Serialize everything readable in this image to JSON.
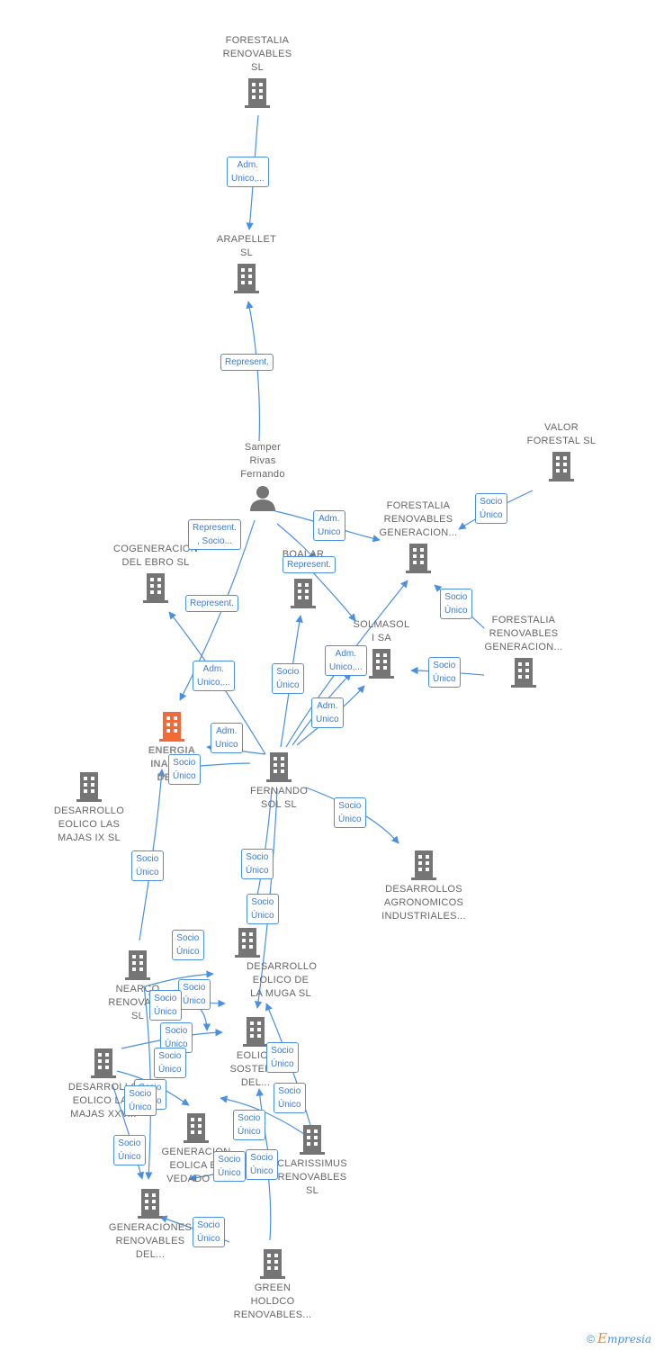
{
  "colors": {
    "edge": "#4a90e2",
    "building": "#757575",
    "focus_building": "#f26a3a",
    "person": "#757575",
    "label_text": "#666666"
  },
  "nodes": {
    "forestalia_rs": {
      "label": "FORESTALIA\nRENOVABLES\nSL",
      "icon": "building-icon"
    },
    "arapellet": {
      "label": "ARAPELLET\nSL",
      "icon": "building-icon"
    },
    "samper": {
      "label": "Samper\nRivas\nFernando",
      "icon": "person-icon"
    },
    "valor": {
      "label": "VALOR\nFORESTAL SL",
      "icon": "building-icon"
    },
    "frg1": {
      "label": "FORESTALIA\nRENOVABLES\nGENERACION...",
      "icon": "building-icon"
    },
    "frg2": {
      "label": "FORESTALIA\nRENOVABLES\nGENERACION...",
      "icon": "building-icon"
    },
    "cogen": {
      "label": "COGENERACION\nDEL EBRO  SL",
      "icon": "building-icon"
    },
    "boalar": {
      "label": "BOALAR\nENE...",
      "icon": "building-icon"
    },
    "solmasol": {
      "label": "SOLMASOL\nI SA",
      "icon": "building-icon"
    },
    "energia": {
      "label": "ENERGIA\nINAGO...\nDEL...",
      "icon": "building-icon"
    },
    "fernando": {
      "label": "FERNANDO\nSOL SL",
      "icon": "building-icon"
    },
    "del_majas_ix": {
      "label": "DESARROLLO\nEOLICO LAS\nMAJAS IX  SL",
      "icon": "building-icon"
    },
    "des_agro": {
      "label": "DESARROLLOS\nAGRONOMICOS\nINDUSTRIALES...",
      "icon": "building-icon"
    },
    "muga": {
      "label": "DESARROLLO\nEOLICO DE\nLA MUGA SL",
      "icon": "building-icon"
    },
    "nearco": {
      "label": "NEARCO\nRENOVAB...\nSL",
      "icon": "building-icon"
    },
    "eolica_sost": {
      "label": "EOLICA\nSOSTEN...\nDEL...",
      "icon": "building-icon"
    },
    "majas_xxv": {
      "label": "DESARROLLO\nEOLICO LAS\nMAJAS XXV...",
      "icon": "building-icon"
    },
    "gen_eolica_vedado": {
      "label": "GENERACION\nEOLICA EL\nVEDADO SL",
      "icon": "building-icon"
    },
    "clarissimus": {
      "label": "CLARISSIMUS\nRENOVABLES\nSL",
      "icon": "building-icon"
    },
    "gen_renov": {
      "label": "GENERACIONES\nRENOVABLES\nDEL...",
      "icon": "building-icon"
    },
    "green": {
      "label": "GREEN\nHOLDCO\nRENOVABLES...",
      "icon": "building-icon"
    }
  },
  "edge_labels": [
    "Adm.\nUnico,...",
    "Represent.",
    "Socio\nÚnico",
    "Adm.\nUnico",
    "Represent.\n, Socio...",
    "Represent.",
    "Represent.",
    "Socio\nÚnico",
    "Adm.\nUnico,...",
    "Socio\nÚnico",
    "Adm.\nUnico,...",
    "Adm.\nUnico",
    "Adm.\nUnico",
    "Socio\nÚnico",
    "Socio\nÚnico",
    "Socio\nÚnico",
    "Socio\nÚnico",
    "Socio\nÚnico",
    "Socio\nÚnico",
    "Socio\nÚnico",
    "Socio\nÚnico",
    "Socio\nÚnico",
    "Socio\nÚnico",
    "Socio\nÚnico",
    "Socio\nÚnico",
    "Socio\nÚnico",
    "Socio\nÚnico",
    "Socio\nÚnico",
    "Socio\nÚnico",
    "Socio\nÚnico",
    "Socio\nÚnico",
    "Socio\nÚnico",
    "Socio\nÚnico"
  ],
  "footer": {
    "copyright": "©",
    "brand_first": "E",
    "brand_rest": "mpresia"
  }
}
